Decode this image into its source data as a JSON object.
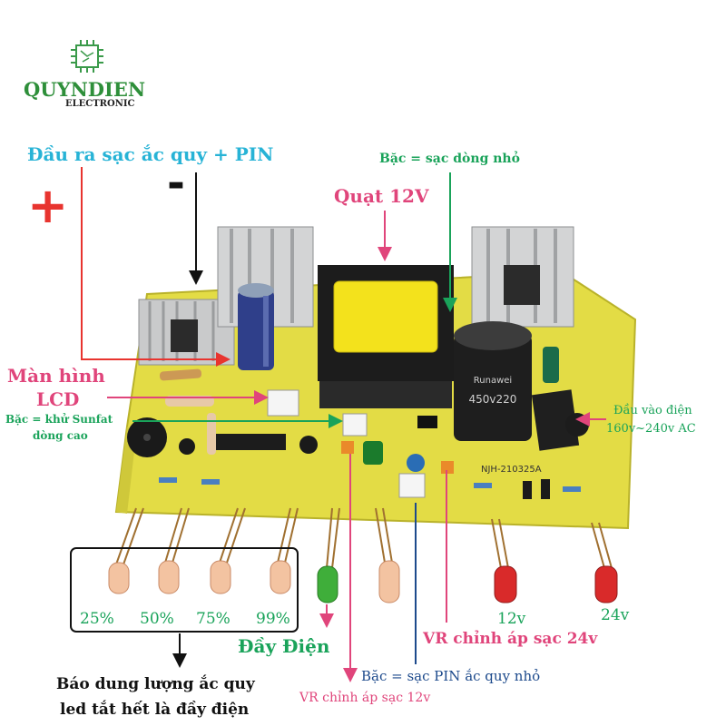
{
  "logo": {
    "name": "QUYNDIEN",
    "sub": "ELECTRONIC"
  },
  "labels": {
    "output": "Đầu ra sạc ắc quy + PIN",
    "plus": "+",
    "minus": "-",
    "small_current": "Bặc = sạc dòng nhỏ",
    "fan": "Quạt 12V",
    "lcd_line1": "Màn hình",
    "lcd_line2": "LCD",
    "sulfate_line1": "Bặc = khử Sunfat",
    "sulfate_line2": "dòng cao",
    "input_line1": "Đầu vào điện",
    "input_line2": "160v~240v AC",
    "pct_25": "25%",
    "pct_50": "50%",
    "pct_75": "75%",
    "pct_99": "99%",
    "full": "Đầy Điện",
    "vr24": "VR chỉnh áp sạc 24v",
    "v12": "12v",
    "v24": "24v",
    "pin_small": "Bặc = sạc PIN ắc quy nhỏ",
    "vr12": "VR chỉnh áp sạc 12v",
    "capacity_line1": "Báo dung lượng ắc quy",
    "capacity_line2": "led tắt hết là đầy điện"
  },
  "board": {
    "capacitor_brand": "Runawei",
    "capacitor_rating": "450v220",
    "model": "NJH-210325A"
  },
  "colors": {
    "cyan": "#27b3d6",
    "pink": "#e0457b",
    "green": "#1aa35a",
    "navy": "#1d4a8c",
    "red": "#e8342f",
    "board": "#e6e04a",
    "logo_green": "#2e8f3a"
  }
}
